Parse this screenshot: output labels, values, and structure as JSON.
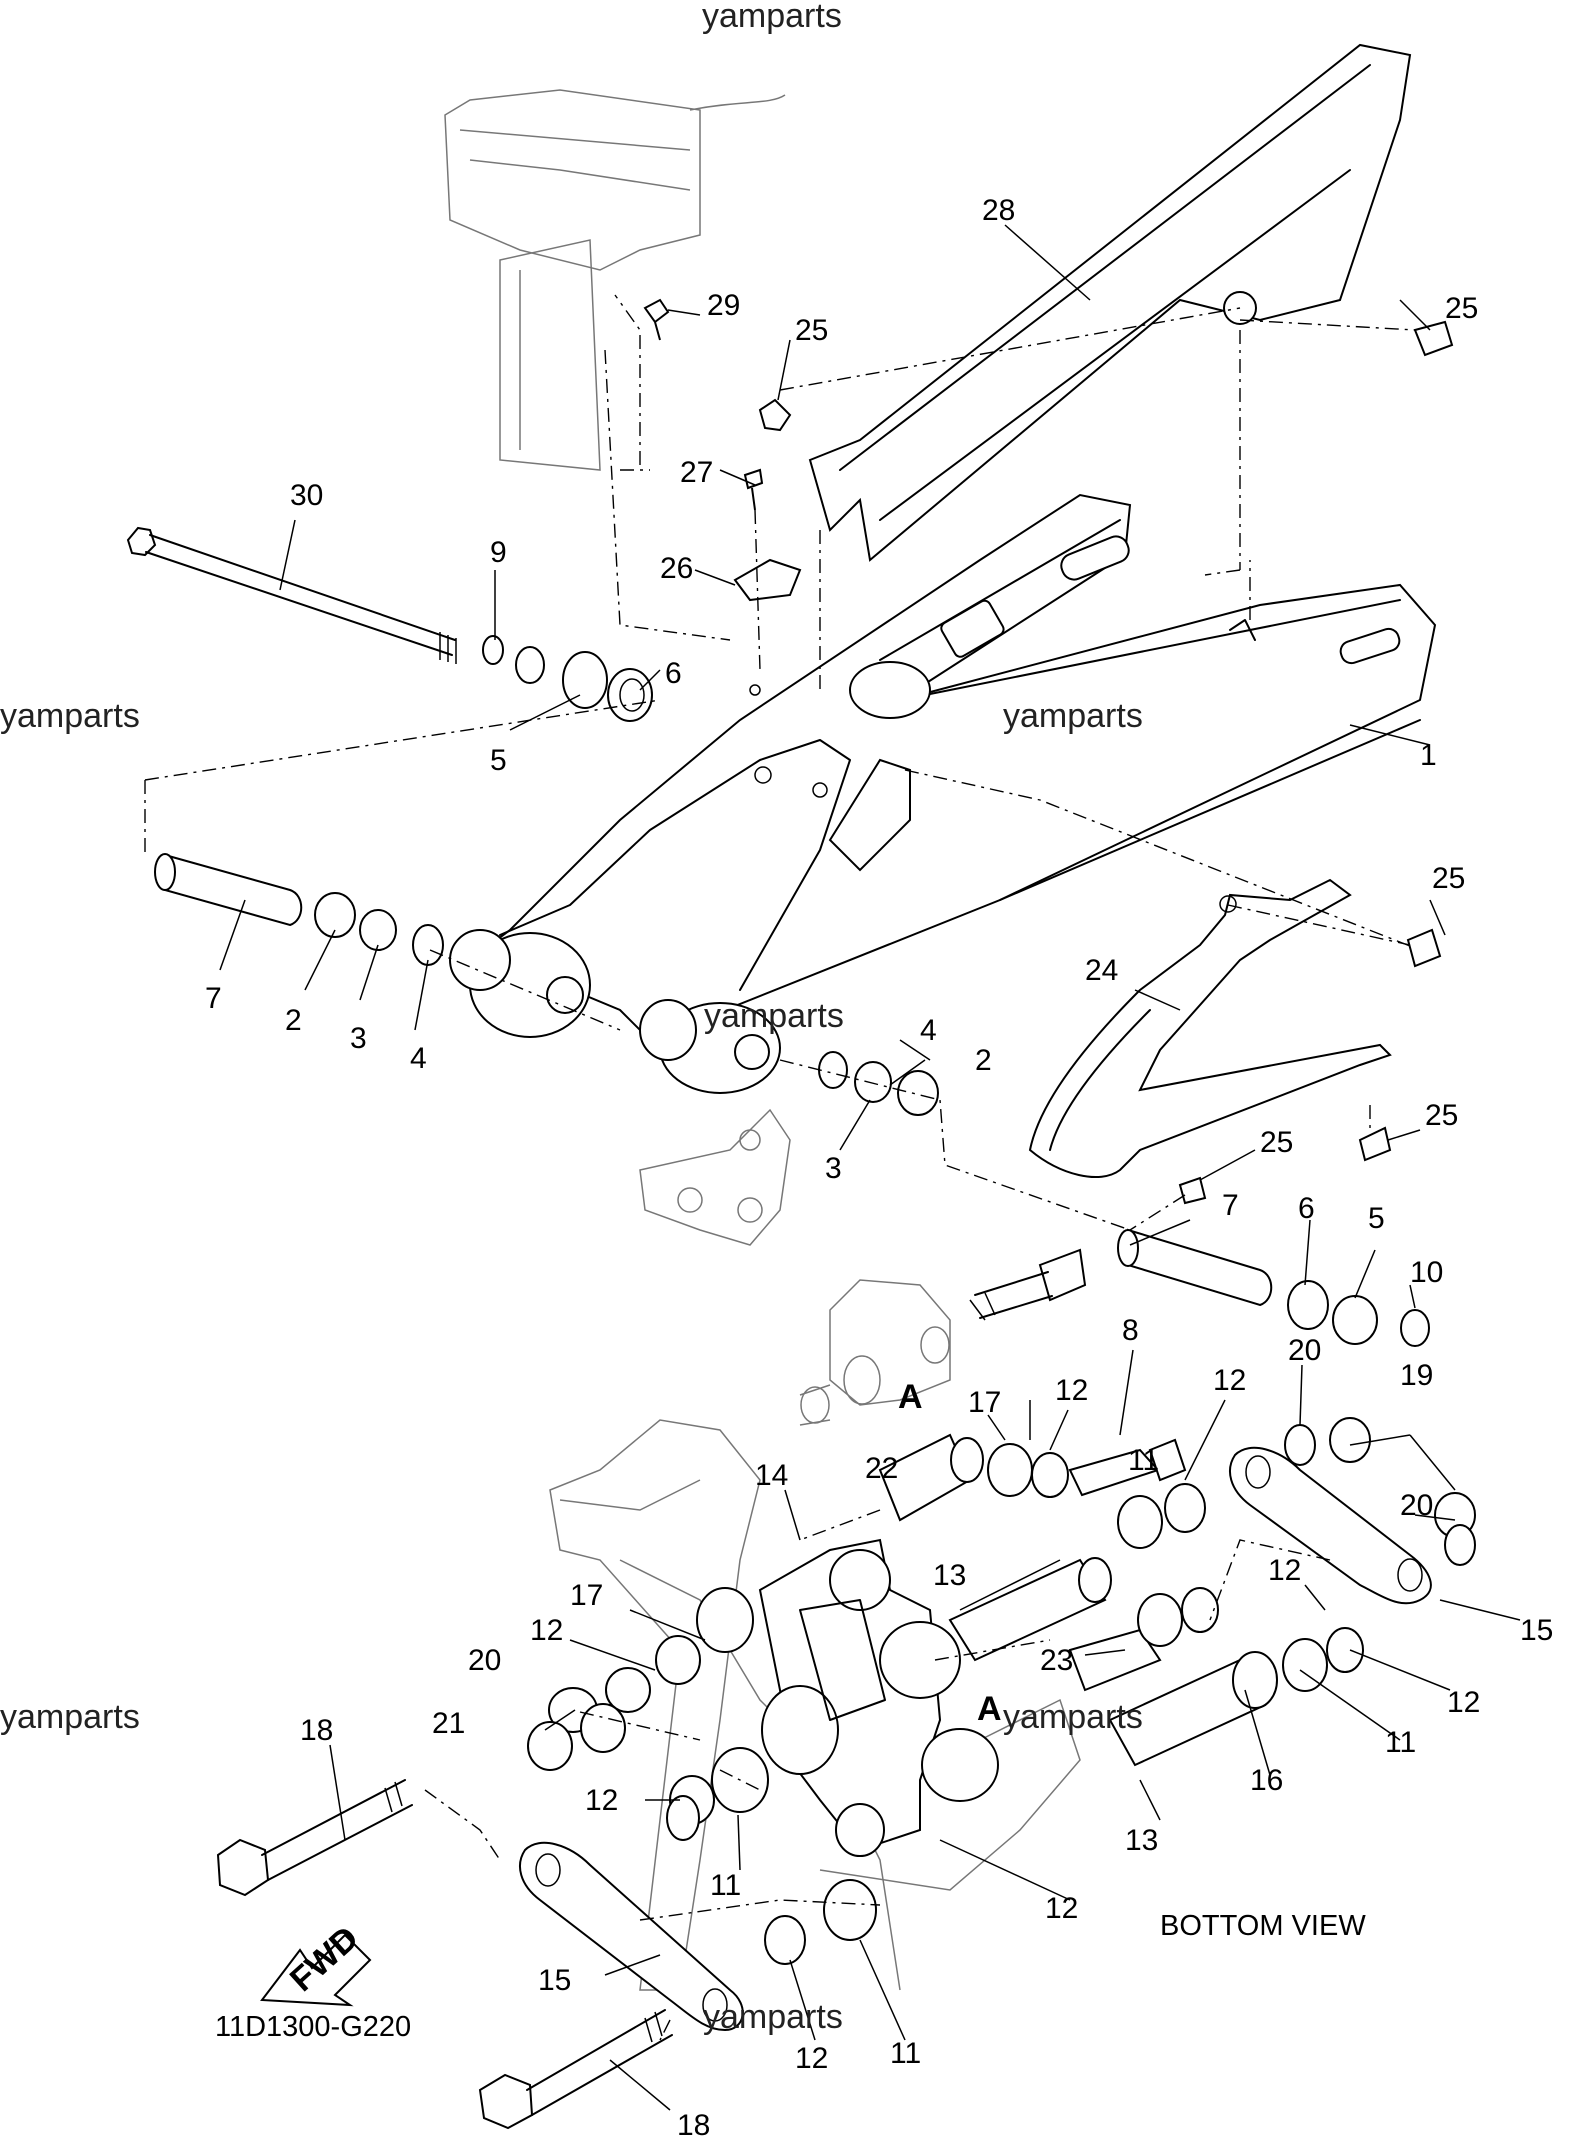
{
  "watermark": "yamparts",
  "diagram_code": "11D1300-G220",
  "bottom_view_label": "BOTTOM VIEW",
  "fwd_label": "FWD",
  "view_marker": "A",
  "callouts": {
    "c1": "1",
    "c2a": "2",
    "c2b": "2",
    "c3a": "3",
    "c3b": "3",
    "c4a": "4",
    "c4b": "4",
    "c5a": "5",
    "c5b": "5",
    "c6a": "6",
    "c6b": "6",
    "c7a": "7",
    "c7b": "7",
    "c8": "8",
    "c9": "9",
    "c10": "10",
    "c11a": "11",
    "c11b": "11",
    "c11c": "11",
    "c11d": "11",
    "c12a": "12",
    "c12b": "12",
    "c12c": "12",
    "c12d": "12",
    "c12e": "12",
    "c12f": "12",
    "c12g": "12",
    "c12h": "12",
    "c13a": "13",
    "c13b": "13",
    "c14": "14",
    "c15a": "15",
    "c15b": "15",
    "c16": "16",
    "c17a": "17",
    "c17b": "17",
    "c18a": "18",
    "c18b": "18",
    "c19": "19",
    "c20a": "20",
    "c20b": "20",
    "c20c": "20",
    "c21": "21",
    "c22": "22",
    "c23": "23",
    "c24": "24",
    "c25a": "25",
    "c25b": "25",
    "c25c": "25",
    "c25d": "25",
    "c25e": "25",
    "c26": "26",
    "c27": "27",
    "c28": "28",
    "c29": "29",
    "c30": "30"
  }
}
